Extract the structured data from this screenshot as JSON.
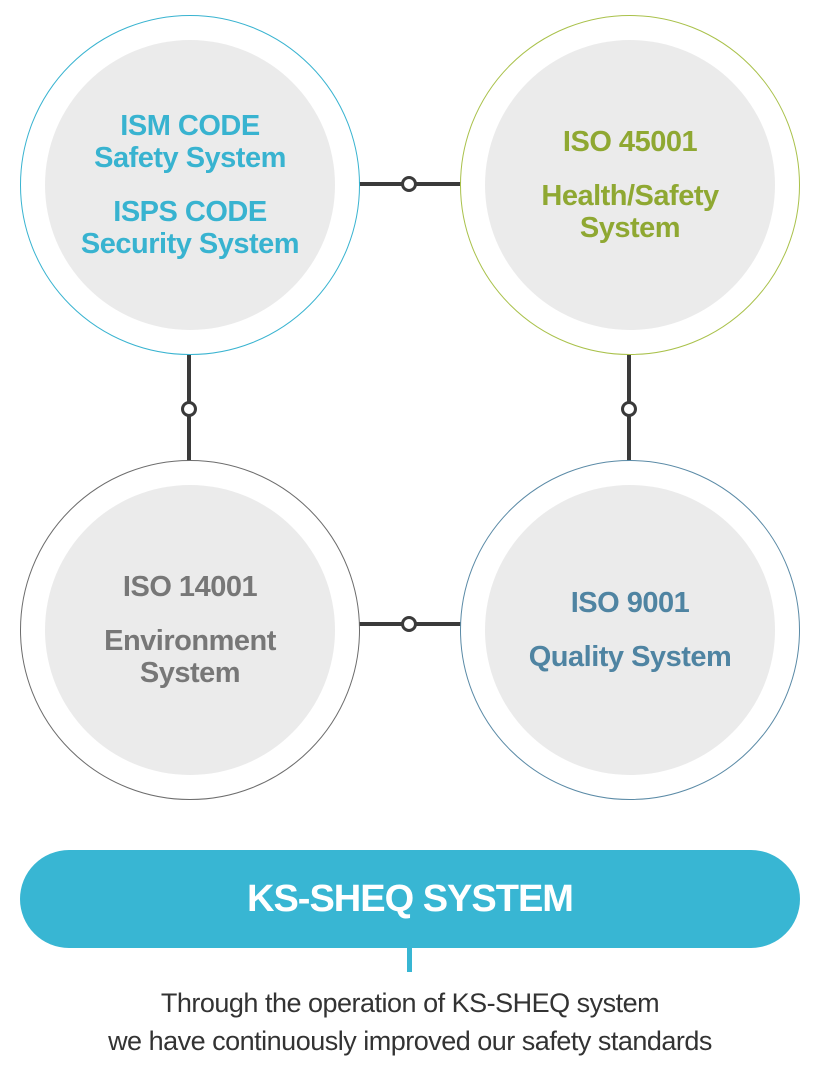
{
  "circles": {
    "top_left": {
      "color": "#38b3d0",
      "ring_color": "#38b3d0",
      "line1": "ISM CODE\nSafety System",
      "line2": "ISPS CODE\nSecurity System"
    },
    "top_right": {
      "color": "#8fa832",
      "ring_color": "#a9c14a",
      "line1": "ISO 45001",
      "line2": "Health/Safety\nSystem"
    },
    "bottom_left": {
      "color": "#777777",
      "ring_color": "#6c6c6c",
      "line1": "ISO 14001",
      "line2": "Environment\nSystem"
    },
    "bottom_right": {
      "color": "#4f84a2",
      "ring_color": "#5a8aa6",
      "line1": "ISO 9001",
      "line2": "Quality System"
    }
  },
  "banner": {
    "title": "KS-SHEQ SYSTEM",
    "color": "#38b6d3"
  },
  "description": {
    "line1": "Through the operation of KS-SHEQ system",
    "line2": "we have continuously improved our safety standards"
  },
  "connector_color": "#3a3a3a"
}
